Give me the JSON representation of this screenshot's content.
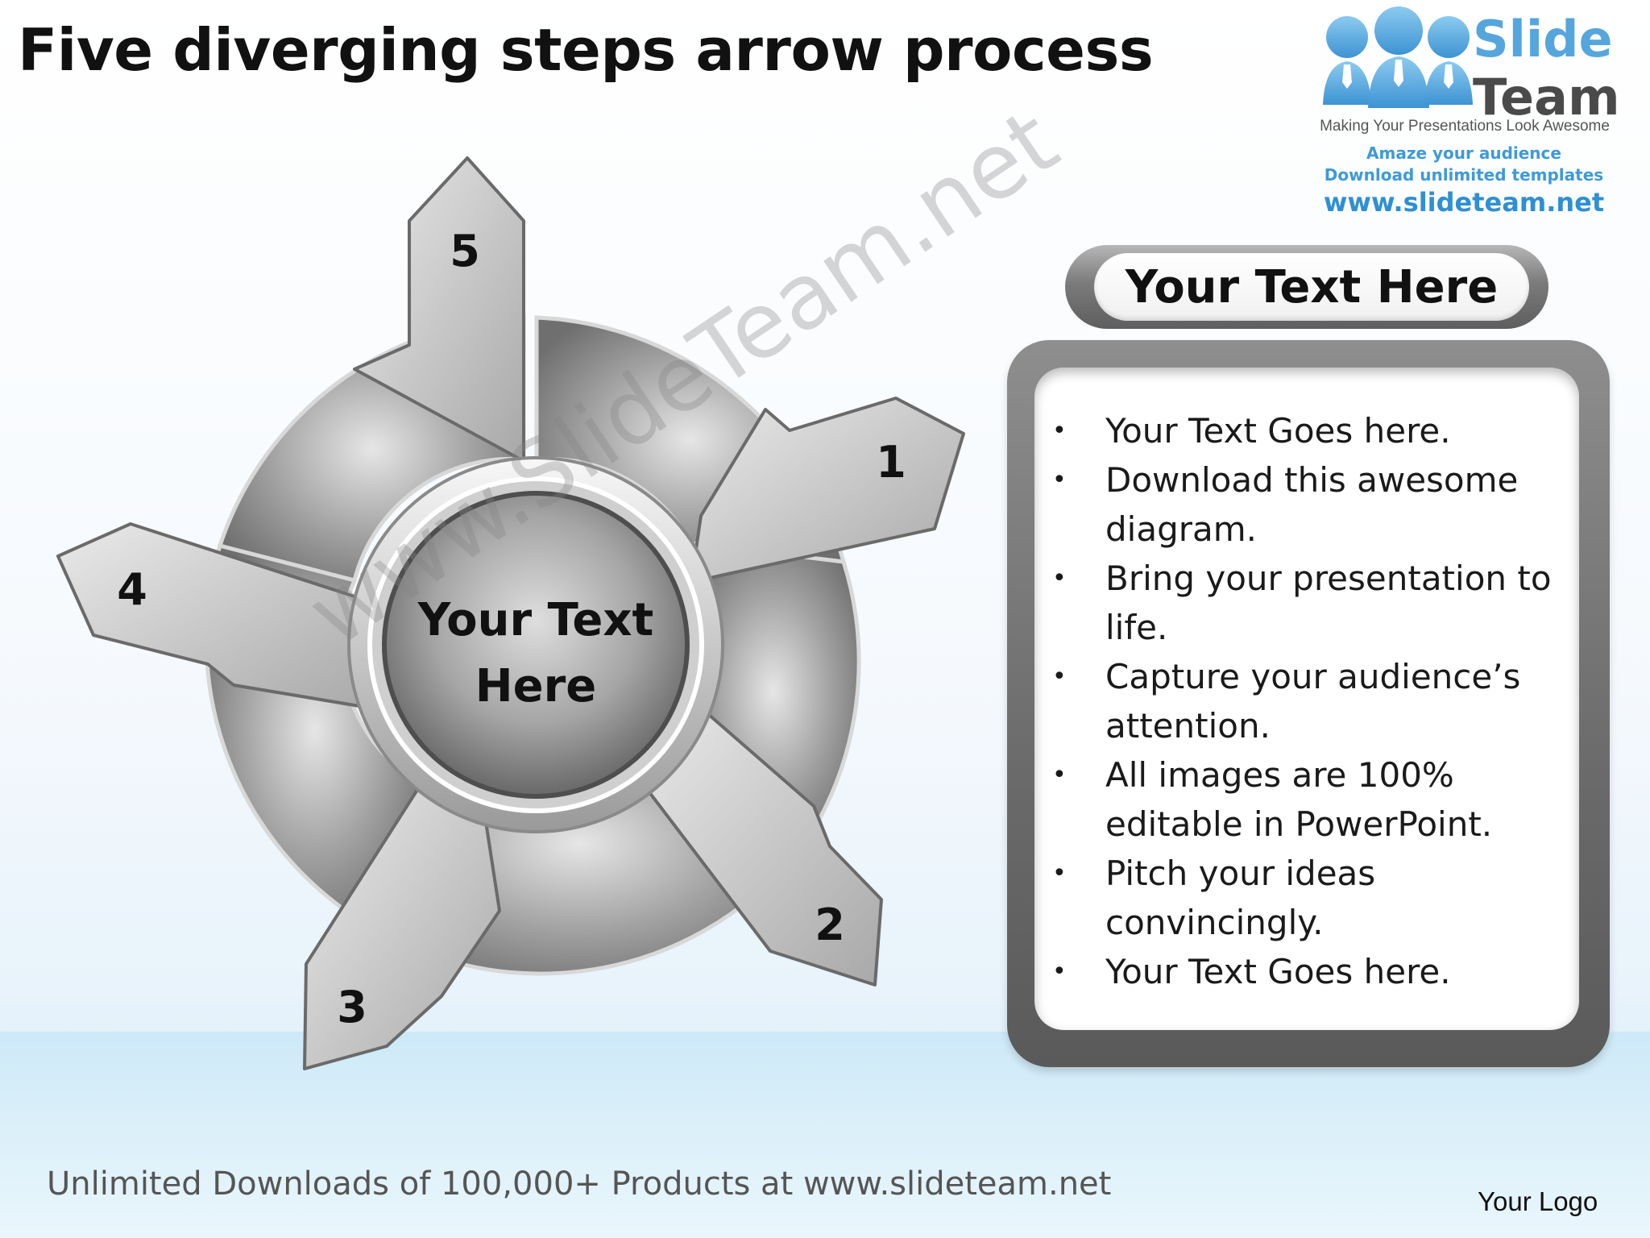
{
  "slide": {
    "title": "Five diverging steps arrow process",
    "footer_text": "Unlimited Downloads of 100,000+ Products at www.slideteam.net",
    "logo_placeholder": "Your Logo"
  },
  "brand": {
    "name_line1": "Slide",
    "name_line2": "Team",
    "tagline": "Making Your Presentations Look Awesome",
    "promo_line1": "Amaze your audience",
    "promo_line2": "Download unlimited templates",
    "url": "www.slideteam.net",
    "watermark": "www.SlideTeam.net",
    "colors": {
      "brand_blue": "#55a6dd",
      "brand_gray": "#4a4a4a"
    }
  },
  "diagram": {
    "center_label_line1": "Your Text",
    "center_label_line2": "Here",
    "steps": [
      {
        "number": "1"
      },
      {
        "number": "2"
      },
      {
        "number": "3"
      },
      {
        "number": "4"
      },
      {
        "number": "5"
      }
    ],
    "colors": {
      "segment": "#8c8c8c",
      "arrow": "#c8c8c8",
      "outline": "#5c5c5c"
    }
  },
  "text_panel": {
    "title": "Your Text Here",
    "bullets": [
      "Your Text Goes here.",
      "Download this awesome diagram.",
      "Bring your presentation to life.",
      "Capture your audience’s attention.",
      "All images are 100% editable in PowerPoint.",
      "Pitch your ideas convincingly.",
      "Your Text Goes here."
    ]
  }
}
